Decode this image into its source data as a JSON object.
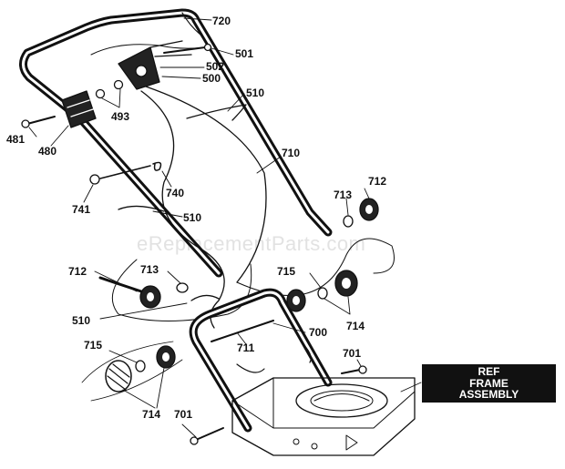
{
  "watermark": "eReplacementParts.com",
  "ref_box": {
    "line1": "REF",
    "line2": "FRAME",
    "line3": "ASSEMBLY"
  },
  "labels": {
    "p720": "720",
    "p501": "501",
    "p502": "502",
    "p500": "500",
    "p510a": "510",
    "p493": "493",
    "p481": "481",
    "p480": "480",
    "p710": "710",
    "p740": "740",
    "p741": "741",
    "p510b": "510",
    "p712a": "712",
    "p713a": "713",
    "p712b": "712",
    "p713b": "713",
    "p715a": "715",
    "p714a": "714",
    "p510c": "510",
    "p700": "700",
    "p711": "711",
    "p715b": "715",
    "p701a": "701",
    "p714b": "714",
    "p701b": "701"
  }
}
